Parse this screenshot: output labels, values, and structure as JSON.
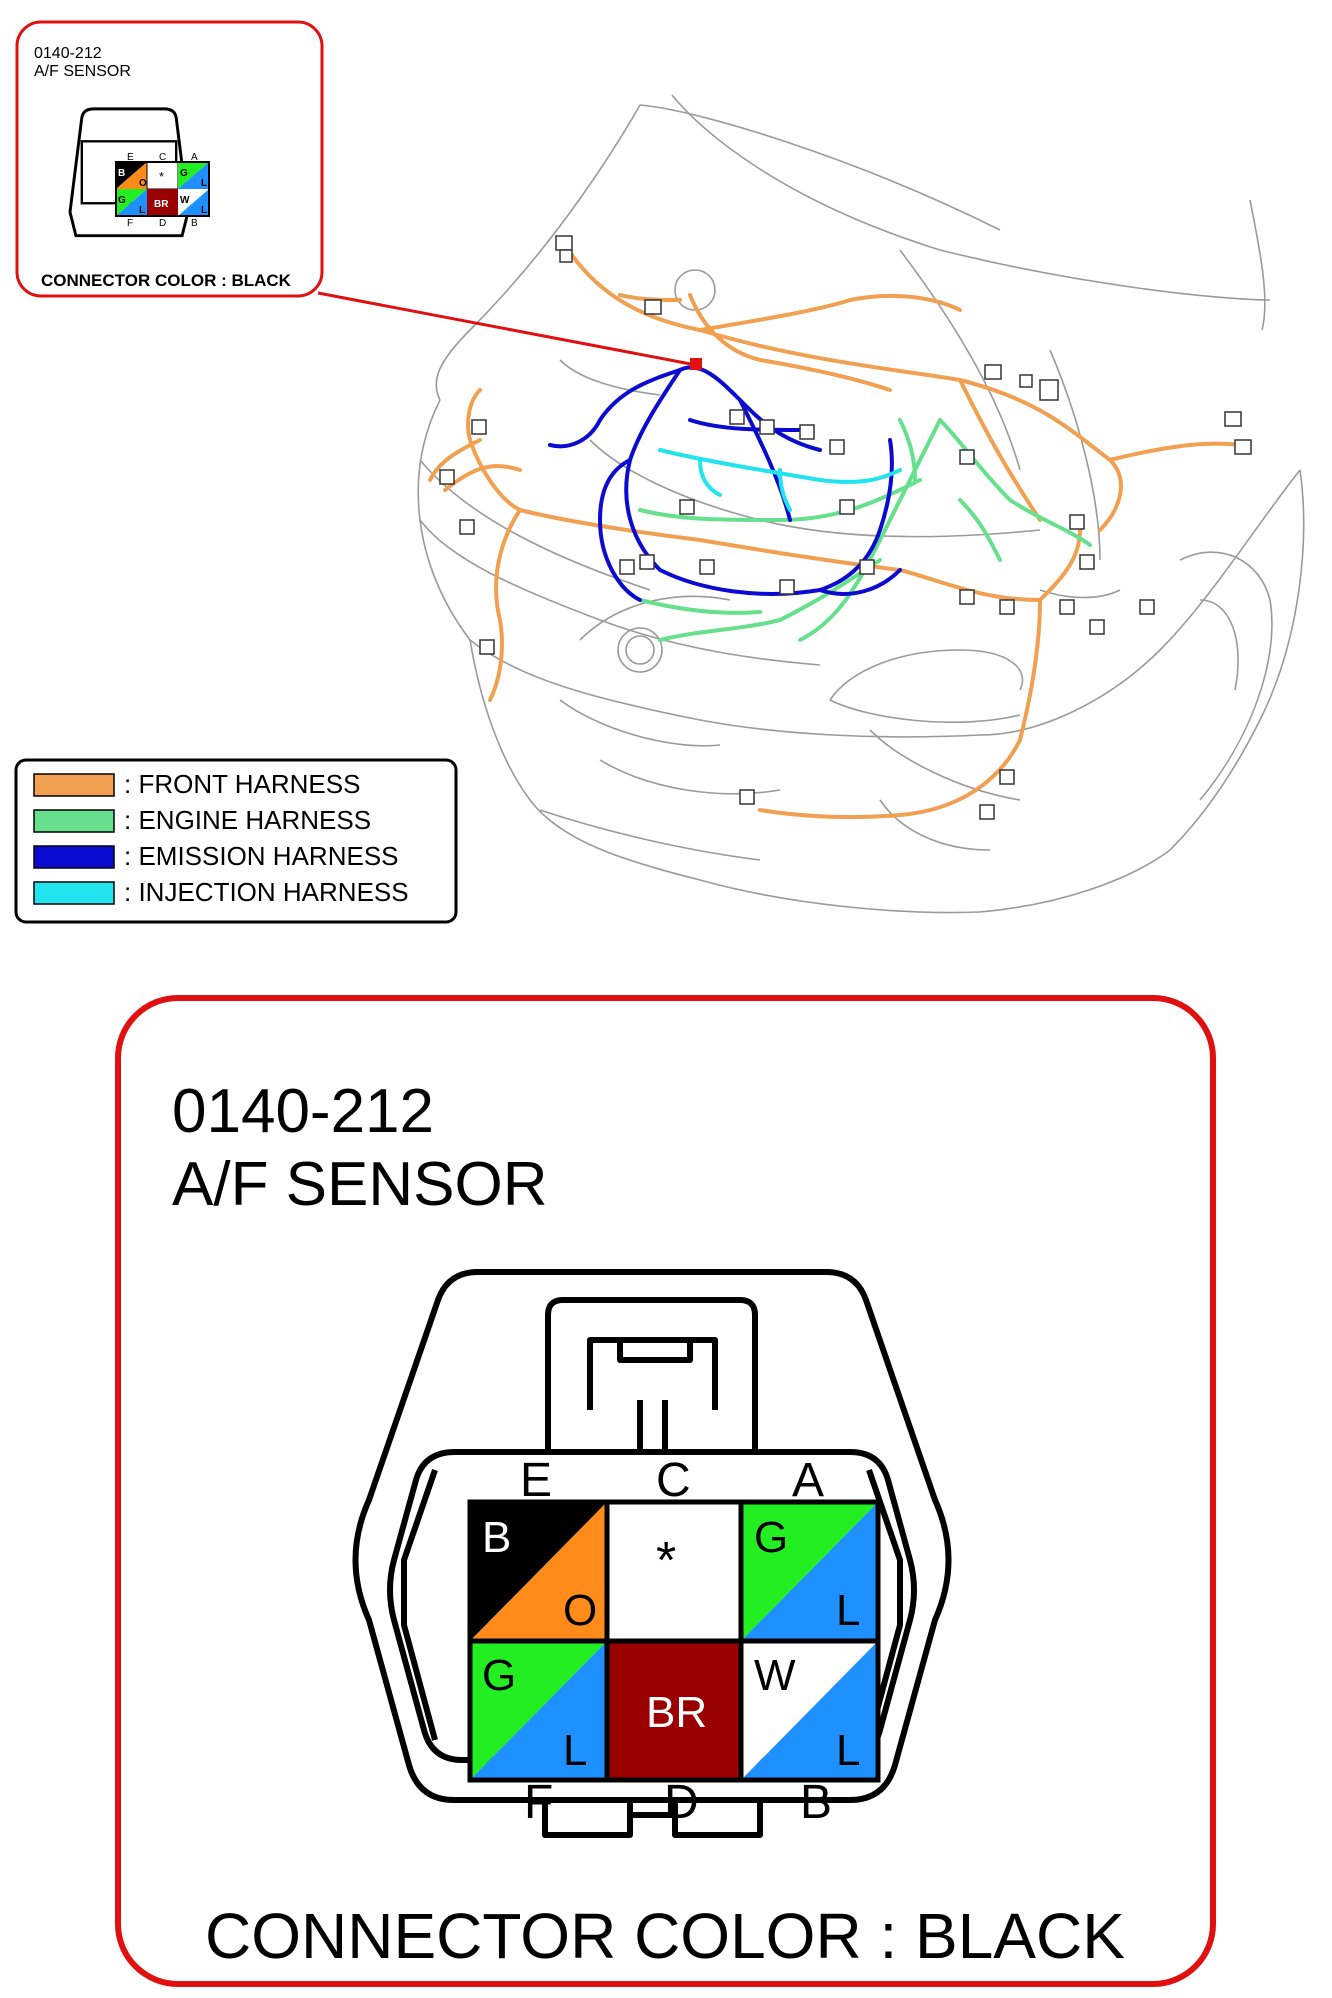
{
  "small_callout": {
    "code": "0140-212",
    "name": "A/F SENSOR",
    "connector_color": "CONNECTOR COLOR : BLACK"
  },
  "large_callout": {
    "code": "0140-212",
    "name": "A/F SENSOR",
    "connector_color": "CONNECTOR COLOR : BLACK"
  },
  "legend": {
    "items": [
      {
        "label": ": FRONT HARNESS",
        "color": "#f0a050"
      },
      {
        "label": ": ENGINE HARNESS",
        "color": "#66e08c"
      },
      {
        "label": ": EMISSION HARNESS",
        "color": "#0a0ad0"
      },
      {
        "label": ": INJECTION HARNESS",
        "color": "#22e4ee"
      }
    ]
  },
  "connector": {
    "top_letters": [
      "E",
      "C",
      "A"
    ],
    "bottom_letters": [
      "F",
      "D",
      "B"
    ],
    "pins": {
      "E": {
        "upper": "B",
        "lower": "O",
        "upper_color": "#000000",
        "lower_color": "#ff8c1a"
      },
      "C": {
        "label": "*",
        "color": "#ffffff"
      },
      "A": {
        "upper": "G",
        "lower": "L",
        "upper_color": "#22ee22",
        "lower_color": "#1e90ff"
      },
      "F": {
        "upper": "G",
        "lower": "L",
        "upper_color": "#22ee22",
        "lower_color": "#1e90ff"
      },
      "D": {
        "label": "BR",
        "color": "#9a0000"
      },
      "B": {
        "upper": "W",
        "lower": "L",
        "upper_color": "#ffffff",
        "lower_color": "#1e90ff"
      }
    }
  },
  "colors": {
    "callout_border": "#e01010",
    "text": "#000000"
  }
}
